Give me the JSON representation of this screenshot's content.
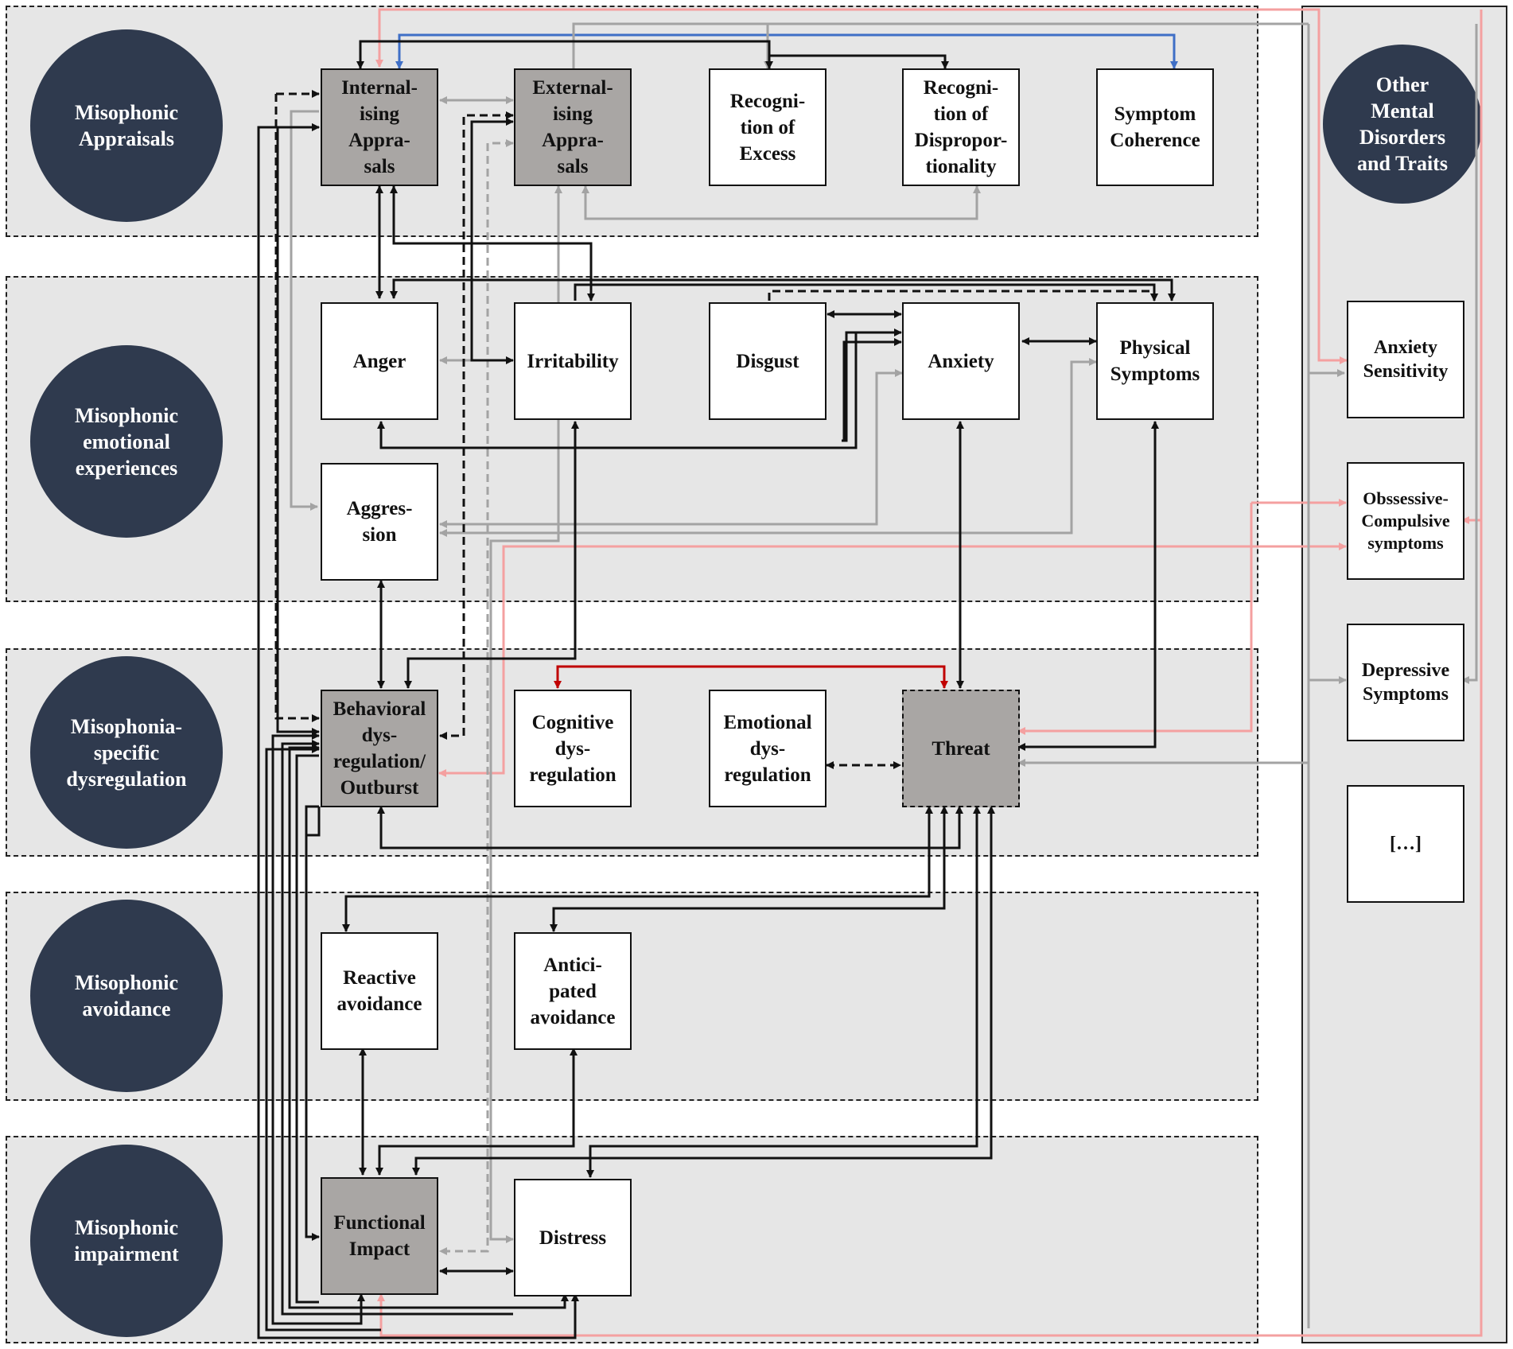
{
  "bands": [
    {
      "id": "appraisals",
      "label": "Misophonic\nAppraisals"
    },
    {
      "id": "emotional",
      "label": "Misophonic\nemotional\nexperiences"
    },
    {
      "id": "dysregulation",
      "label": "Misophonia-\nspecific\ndysregulation"
    },
    {
      "id": "avoidance",
      "label": "Misophonic\navoidance"
    },
    {
      "id": "impairment",
      "label": "Misophonic\nimpairment"
    }
  ],
  "other": {
    "label": "Other\nMental\nDisorders\nand Traits"
  },
  "nodes": {
    "internalising": "Internal-\nising\nAppra-\nsals",
    "externalising": "External-\nising\nAppra-\nsals",
    "recog_excess": "Recogni-\ntion of\nExcess",
    "recog_dispro": "Recogni-\ntion of\nDispropor-\ntionality",
    "symptom_coherence": "Symptom\nCoherence",
    "anger": "Anger",
    "irritability": "Irritability",
    "disgust": "Disgust",
    "anxiety": "Anxiety",
    "physical": "Physical\nSymptoms",
    "aggression": "Aggres-\nsion",
    "behavioral": "Behavioral\ndys-\nregulation/\nOutburst",
    "cognitive": "Cognitive\ndys-\nregulation",
    "emotional_dys": "Emotional\ndys-\nregulation",
    "threat": "Threat",
    "reactive": "Reactive\navoidance",
    "anticipated": "Antici-\npated\navoidance",
    "functional": "Functional\nImpact",
    "distress": "Distress",
    "anxiety_sensitivity": "Anxiety\nSensitivity",
    "ocd": "Obssessive-\nCompulsive\nsymptoms",
    "depressive": "Depressive\nSymptoms",
    "more": "[…]"
  },
  "colors": {
    "black_link": "#111111",
    "grey_link": "#a3a3a3",
    "pink_link": "#f4a0a0",
    "blue_link": "#3f6fc6",
    "red_link": "#c00000",
    "circle_fill": "#2f3a4e",
    "band_fill": "#e6e6e6",
    "grey_node": "#a9a6a4"
  }
}
